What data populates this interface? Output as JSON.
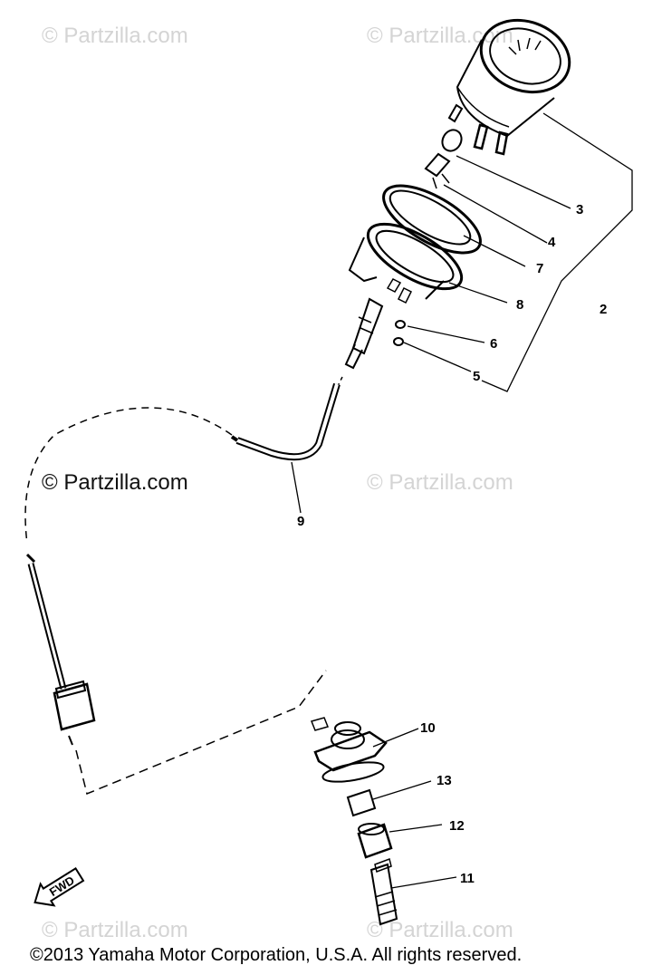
{
  "watermarks": {
    "top_left": "© Partzilla.com",
    "top_mid": "© Partzilla.com",
    "mid_left": "© Partzilla.com",
    "mid_right": "© Partzilla.com",
    "bottom_left": "© Partzilla.com",
    "bottom_mid": "© Partzilla.com"
  },
  "callouts": {
    "c2": "2",
    "c3": "3",
    "c4": "4",
    "c5": "5",
    "c6": "6",
    "c7": "7",
    "c8": "8",
    "c9": "9",
    "c10": "10",
    "c11": "11",
    "c12": "12",
    "c13": "13"
  },
  "fwd_label": "FWD",
  "copyright": "©2013  Yamaha Motor Corporation, U.S.A. All rights reserved.",
  "colors": {
    "line": "#000000",
    "watermark_light": "#d4d4d4"
  }
}
